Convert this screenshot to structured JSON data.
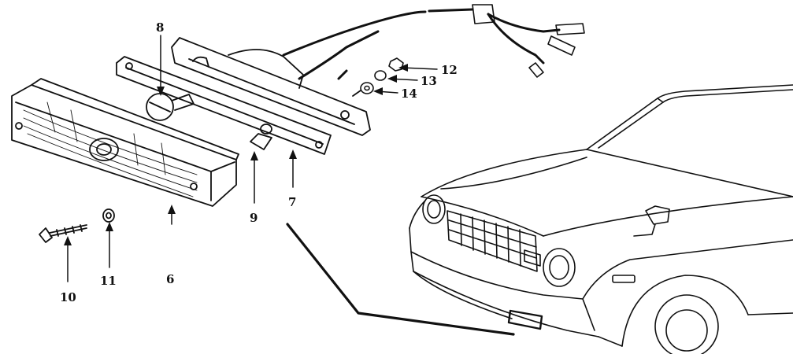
{
  "diagram": {
    "callouts": [
      {
        "id": "6",
        "label": "6",
        "part": "lens"
      },
      {
        "id": "7",
        "label": "7",
        "part": "gasket"
      },
      {
        "id": "8",
        "label": "8",
        "part": "bulb-large"
      },
      {
        "id": "9",
        "label": "9",
        "part": "bulb-small"
      },
      {
        "id": "10",
        "label": "10",
        "part": "screw"
      },
      {
        "id": "11",
        "label": "11",
        "part": "washer"
      },
      {
        "id": "12",
        "label": "12",
        "part": "nut"
      },
      {
        "id": "13",
        "label": "13",
        "part": "spring-washer"
      },
      {
        "id": "14",
        "label": "14",
        "part": "flat-washer"
      }
    ]
  }
}
